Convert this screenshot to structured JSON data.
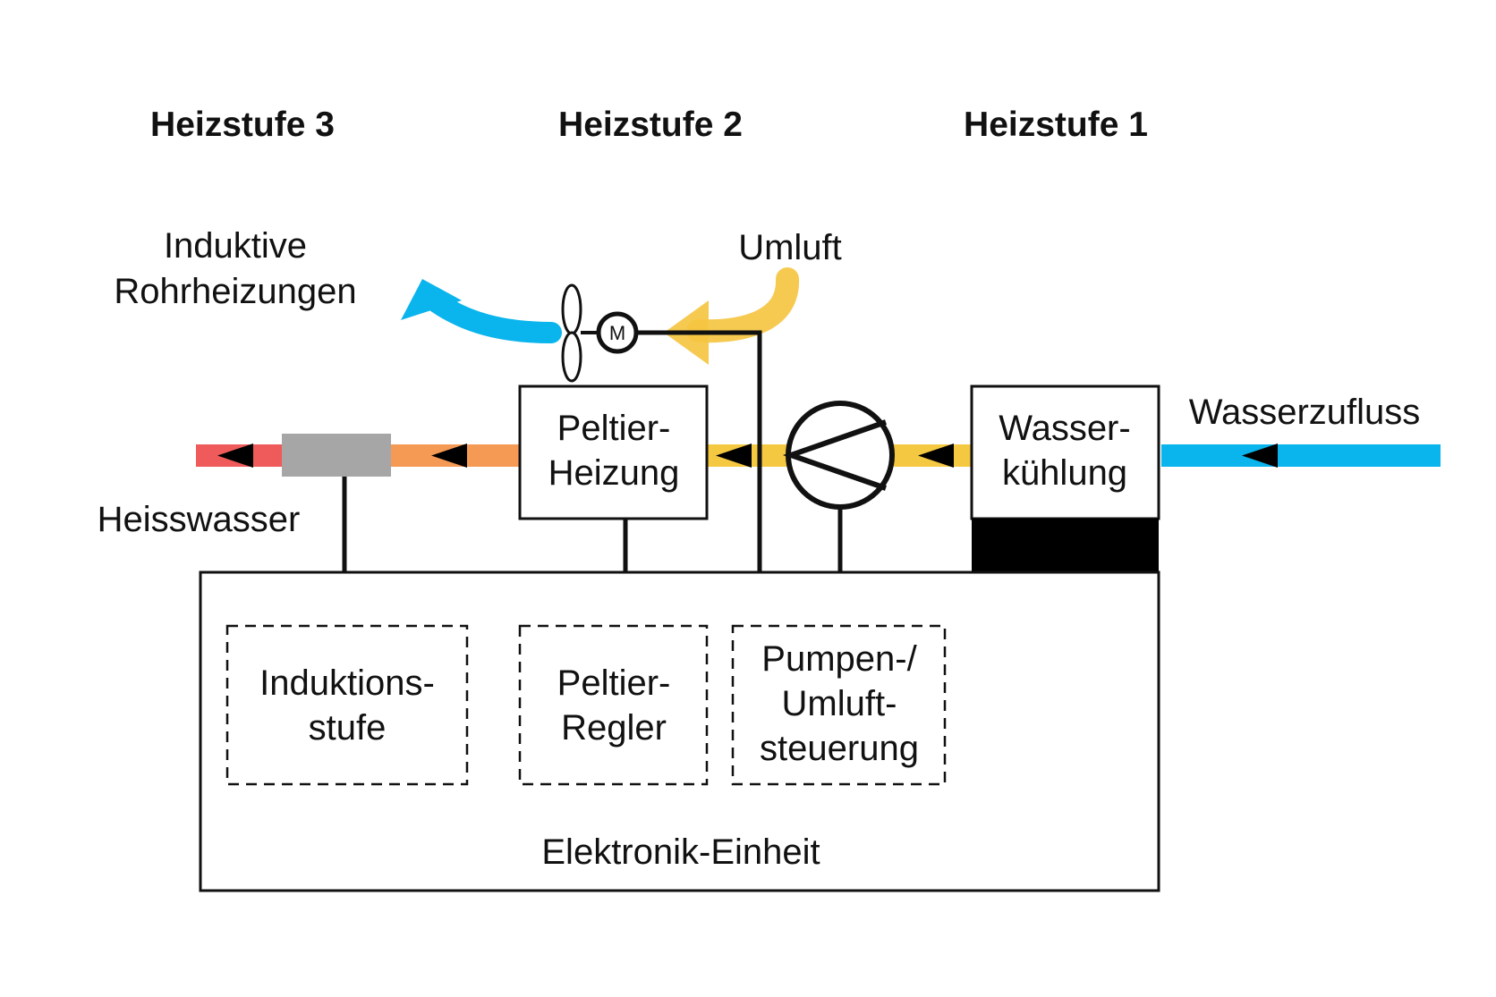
{
  "stages": {
    "stage3": "Heizstufe 3",
    "stage2": "Heizstufe 2",
    "stage1": "Heizstufe 1"
  },
  "labels": {
    "induktive_line1": "Induktive",
    "induktive_line2": "Rohrheizungen",
    "umluft": "Umluft",
    "wasserzufluss": "Wasserzufluss",
    "heisswasser": "Heisswasser",
    "motor": "M"
  },
  "components": {
    "peltier_heizung": [
      "Peltier-",
      "Heizung"
    ],
    "wasserkuehlung": [
      "Wasser-",
      "kühlung"
    ],
    "induktionsstufe": [
      "Induktions-",
      "stufe"
    ],
    "peltier_regler": [
      "Peltier-",
      "Regler"
    ],
    "pumpen_steuerung": [
      "Pumpen-/",
      "Umluft-",
      "steuerung"
    ],
    "elektronik_einheit": "Elektronik-Einheit"
  },
  "colors": {
    "cold_water": "#0ab4ec",
    "warm_water": "#f5c842",
    "hot_water_mid": "#f59a55",
    "hot_water_end": "#ef5a5a",
    "induction_heater": "#a6a6a6",
    "air_warm": "#f5c542",
    "air_cold": "#0ab4ec",
    "lines": "#111111"
  },
  "icons": {
    "pump": "pump-symbol",
    "fan": "fan-propeller",
    "motor": "motor-circle",
    "flow_arrow": "black-triangle-arrow"
  }
}
